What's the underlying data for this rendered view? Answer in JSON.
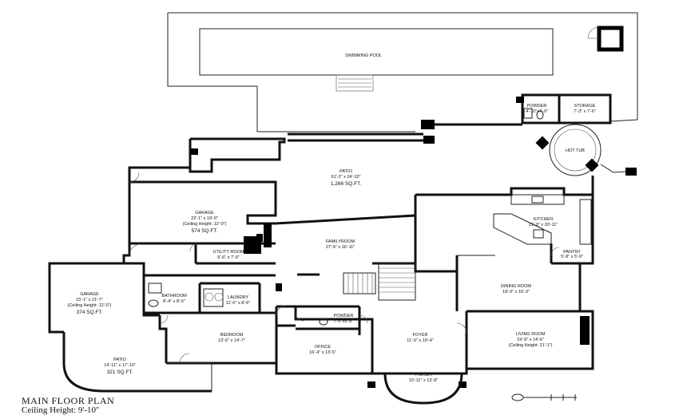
{
  "title": "MAIN FLOOR PLAN",
  "subtitle": "Ceiling Height: 9'-10''",
  "rooms": {
    "pool": {
      "name": "SWIMMING POOL"
    },
    "powder_top": {
      "name": "POWDER",
      "dims": "4'-10\"x7'-9\""
    },
    "storage": {
      "name": "STORAGE",
      "dims": "7'-3\" x 7'-6\""
    },
    "hot_tub": {
      "name": "HOT TUB"
    },
    "patio_top": {
      "name": "PATIO",
      "dims": "61'-2\"  x  24'-10\"",
      "area": "1,266 SQ.FT."
    },
    "garage_main": {
      "name": "GARAGE",
      "dims": "22'-1\"  x  19'-9\"",
      "note": "(Ceiling Height: 12'-0\")",
      "area": "574 SQ.FT."
    },
    "kitchen": {
      "name": "KITCHEN",
      "dims": "21'-0\"  x  20'-11\""
    },
    "pantry": {
      "name": "PANTRY",
      "dims": "5'-8\" x 5'-9\""
    },
    "family_room": {
      "name": "FAMILYROOM",
      "dims": "27'-9\"  x  16'-11\""
    },
    "utility": {
      "name": "UTILITY ROOM",
      "dims": "9'-6\" x 7'-6\""
    },
    "garage_side": {
      "name": "GARAGE",
      "dims": "15'-1\"  x  21'-7\"",
      "note": "(Ceiling Height: 12'-0\")",
      "area": "374 SQ.FT."
    },
    "bathroom": {
      "name": "BATHROOM",
      "dims": "8'-4\"  x  8'-5\""
    },
    "laundry": {
      "name": "LAUNDRY",
      "dims": "11'-0\"  x  8'-6\""
    },
    "dining": {
      "name": "DINING ROOM",
      "dims": "18'-0\"  x  16'-3\""
    },
    "powder_main": {
      "name": "POWDER",
      "dims": "7'-0\"x5'-8\""
    },
    "bedroom": {
      "name": "BEDROOM",
      "dims": "13'-6\"  x  14'-7\""
    },
    "foyer": {
      "name": "FOYER",
      "dims": "11'-0\"  x  19'-4\""
    },
    "living": {
      "name": "LIVING ROOM",
      "dims": "19'-9\"  x  14'-6\"",
      "note": "(Ceiling Height: 21'-1\")"
    },
    "office": {
      "name": "OFFICE",
      "dims": "16'-4\"  x  13'-5\""
    },
    "patio_bottom": {
      "name": "PATIO",
      "dims": "14'-11\"  x  17'-10\"",
      "area": "321 SQ.FT."
    },
    "porch": {
      "name": "PORCH",
      "dims": "10'-11\"  x  13'-8\""
    }
  }
}
